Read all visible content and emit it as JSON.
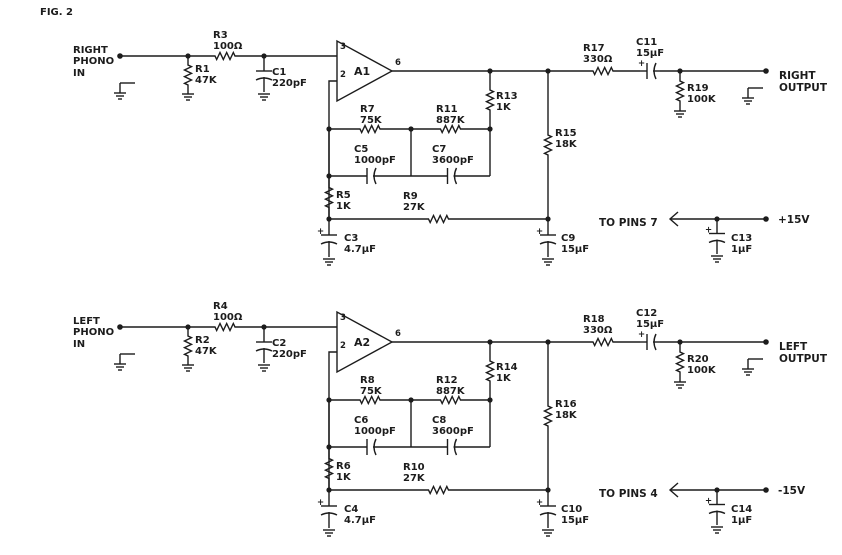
{
  "figure_label": "FIG. 2",
  "channels": [
    {
      "input_label": [
        "RIGHT",
        "PHONO",
        "IN"
      ],
      "output_label": [
        "RIGHT",
        "OUTPUT"
      ],
      "amp": "A1",
      "pin_plus": "3",
      "pin_minus": "2",
      "pin_out": "6",
      "r_in": [
        "R3",
        "100Ω"
      ],
      "r_shunt": [
        "R1",
        "47K"
      ],
      "c_in": [
        "C1",
        "220pF"
      ],
      "r_fb1": [
        "R7",
        "75K"
      ],
      "r_fb2": [
        "R11",
        "887K"
      ],
      "c_fb1": [
        "C5",
        "1000pF"
      ],
      "c_fb2": [
        "C7",
        "3600pF"
      ],
      "r_tap": [
        "R13",
        "1K"
      ],
      "r_gnd": [
        "R5",
        "1K"
      ],
      "r_bias": [
        "R9",
        "27K"
      ],
      "c_gnd": [
        "C3",
        "4.7μF"
      ],
      "r_div": [
        "R15",
        "18K"
      ],
      "c_dec": [
        "C9",
        "15μF"
      ],
      "r_out": [
        "R17",
        "330Ω"
      ],
      "c_out": [
        "C11",
        "15μF"
      ],
      "r_load": [
        "R19",
        "100K"
      ],
      "supply_to": "TO PINS 7",
      "supply_cap": [
        "C13",
        "1μF"
      ],
      "supply_v": "+15V"
    },
    {
      "input_label": [
        "LEFT",
        "PHONO",
        "IN"
      ],
      "output_label": [
        "LEFT",
        "OUTPUT"
      ],
      "amp": "A2",
      "pin_plus": "3",
      "pin_minus": "2",
      "pin_out": "6",
      "r_in": [
        "R4",
        "100Ω"
      ],
      "r_shunt": [
        "R2",
        "47K"
      ],
      "c_in": [
        "C2",
        "220pF"
      ],
      "r_fb1": [
        "R8",
        "75K"
      ],
      "r_fb2": [
        "R12",
        "887K"
      ],
      "c_fb1": [
        "C6",
        "1000pF"
      ],
      "c_fb2": [
        "C8",
        "3600pF"
      ],
      "r_tap": [
        "R14",
        "1K"
      ],
      "r_gnd": [
        "R6",
        "1K"
      ],
      "r_bias": [
        "R10",
        "27K"
      ],
      "c_gnd": [
        "C4",
        "4.7μF"
      ],
      "r_div": [
        "R16",
        "18K"
      ],
      "c_dec": [
        "C10",
        "15μF"
      ],
      "r_out": [
        "R18",
        "330Ω"
      ],
      "c_out": [
        "C12",
        "15μF"
      ],
      "r_load": [
        "R20",
        "100K"
      ],
      "supply_to": "TO PINS 4",
      "supply_cap": [
        "C14",
        "1μF"
      ],
      "supply_v": "-15V"
    }
  ]
}
